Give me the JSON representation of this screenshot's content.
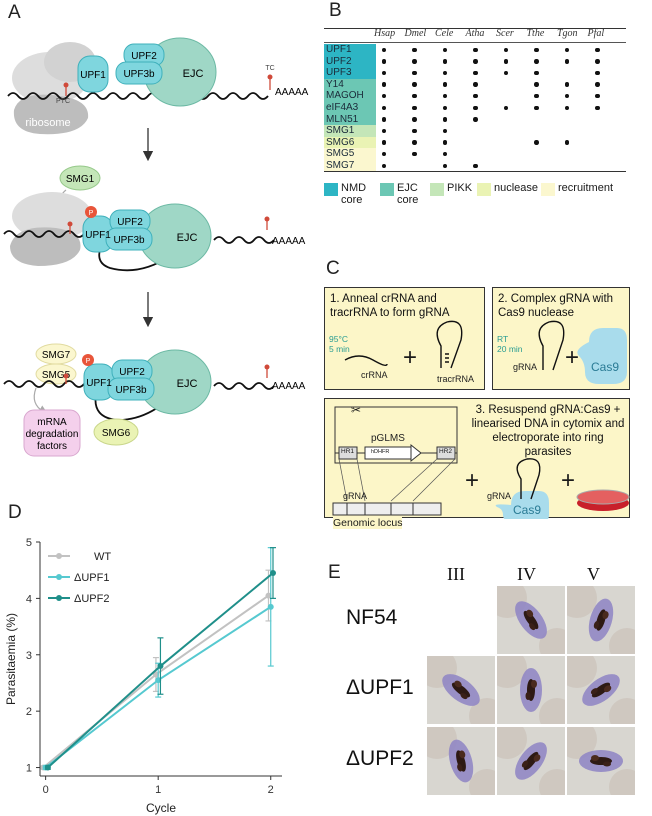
{
  "panels": {
    "A": "A",
    "B": "B",
    "C": "C",
    "D": "D",
    "E": "E"
  },
  "panelA": {
    "step1": {
      "upf1": "UPF1",
      "upf2": "UPF2",
      "upf3b": "UPF3b",
      "ejc": "EJC",
      "ptc": "PTC",
      "tc": "TC",
      "ribosome": "ribosome",
      "polya": "AAAAA"
    },
    "step2": {
      "smg1": "SMG1",
      "p": "P",
      "upf1": "UPF1",
      "upf2": "UPF2",
      "upf3b": "UPF3b",
      "ejc": "EJC",
      "polya": "AAAAA"
    },
    "step3": {
      "smg7": "SMG7",
      "smg5": "SMG5",
      "p": "P",
      "upf1": "UPF1",
      "upf2": "UPF2",
      "upf3b": "UPF3b",
      "ejc": "EJC",
      "smg6": "SMG6",
      "polya": "AAAAA",
      "decay_line1": "mRNA",
      "decay_line2": "degradation",
      "decay_line3": "factors"
    }
  },
  "panelB": {
    "species": [
      "Hsap",
      "Dmel",
      "Cele",
      "Atha",
      "Scer",
      "Tthe",
      "Tgon",
      "Pfal"
    ],
    "rows": [
      {
        "name": "UPF1",
        "group": "nmd",
        "present": [
          1,
          1,
          1,
          1,
          1,
          1,
          1,
          1
        ]
      },
      {
        "name": "UPF2",
        "group": "nmd",
        "present": [
          1,
          1,
          1,
          1,
          1,
          1,
          1,
          1
        ]
      },
      {
        "name": "UPF3",
        "group": "nmd",
        "present": [
          1,
          1,
          1,
          1,
          1,
          1,
          0,
          1
        ]
      },
      {
        "name": "Y14",
        "group": "ejc",
        "present": [
          1,
          1,
          1,
          1,
          0,
          1,
          1,
          1
        ]
      },
      {
        "name": "MAGOH",
        "group": "ejc",
        "present": [
          1,
          1,
          1,
          1,
          0,
          1,
          1,
          1
        ]
      },
      {
        "name": "eIF4A3",
        "group": "ejc",
        "present": [
          1,
          1,
          1,
          1,
          1,
          1,
          1,
          1
        ]
      },
      {
        "name": "MLN51",
        "group": "ejc",
        "present": [
          1,
          1,
          1,
          1,
          0,
          0,
          0,
          0
        ]
      },
      {
        "name": "SMG1",
        "group": "pikk",
        "present": [
          1,
          1,
          1,
          0,
          0,
          0,
          0,
          0
        ]
      },
      {
        "name": "SMG6",
        "group": "nuclease",
        "present": [
          1,
          1,
          1,
          0,
          0,
          1,
          1,
          0
        ]
      },
      {
        "name": "SMG5",
        "group": "recruit",
        "present": [
          1,
          1,
          1,
          0,
          0,
          0,
          0,
          0
        ]
      },
      {
        "name": "SMG7",
        "group": "recruit",
        "present": [
          1,
          0,
          1,
          1,
          0,
          0,
          0,
          0
        ]
      }
    ],
    "colors": {
      "nmd": "#2db5c4",
      "ejc": "#6cc7b4",
      "pikk": "#c4e6b8",
      "nuclease": "#eaf3b4",
      "recruit": "#fbf7cf"
    },
    "legend": [
      {
        "key": "nmd",
        "line1": "NMD",
        "line2": "core"
      },
      {
        "key": "ejc",
        "line1": "EJC",
        "line2": "core"
      },
      {
        "key": "pikk",
        "line1": "PIKK",
        "line2": ""
      },
      {
        "key": "nuclease",
        "line1": "nuclease",
        "line2": ""
      },
      {
        "key": "recruit",
        "line1": "recruitment",
        "line2": ""
      }
    ]
  },
  "panelC": {
    "box1": {
      "title_line1": "1. Anneal crRNA and",
      "title_line2": "tracrRNA to form gRNA",
      "temp": "95°C",
      "time": "5 min",
      "crrna": "crRNA",
      "tracrrna": "tracrRNA",
      "plus": "+"
    },
    "box2": {
      "title_line1": "2. Complex gRNA with",
      "title_line2": "Cas9 nuclease",
      "temp": "RT",
      "time": "20 min",
      "grna": "gRNA",
      "cas9": "Cas9",
      "plus": "+"
    },
    "box3": {
      "title_line1": "3. Resuspend gRNA:Cas9 +",
      "title_line2": "linearised DNA in cytomix and",
      "title_line3": "electroporate into ring parasites",
      "plasmid": "pGLMS",
      "hr1": "HR1",
      "marker": "hDHFR",
      "hr2": "HR2",
      "grna": "gRNA",
      "locus": "Genomic locus",
      "grna2": "gRNA",
      "cas9": "Cas9",
      "plus": "+",
      "scissors": "✂"
    }
  },
  "chart_data": {
    "type": "line",
    "xlabel": "Cycle",
    "ylabel": "Parasitaemia (%)",
    "x": [
      0,
      1,
      2
    ],
    "xticks": [
      "0",
      "1",
      "2"
    ],
    "yticks": [
      "1",
      "2",
      "3",
      "4",
      "5"
    ],
    "xlim": [
      -0.05,
      2.1
    ],
    "ylim": [
      0.85,
      5.0
    ],
    "legend_position": "top-left",
    "series": [
      {
        "name": "WT",
        "color": "#c2c2c2",
        "values": [
          1.0,
          2.65,
          4.05
        ],
        "err": [
          0.03,
          0.3,
          0.45
        ]
      },
      {
        "name": "ΔUPF1",
        "color": "#56c9d0",
        "values": [
          1.0,
          2.55,
          3.85
        ],
        "err": [
          0.03,
          0.3,
          1.05
        ]
      },
      {
        "name": "ΔUPF2",
        "color": "#1f8f8a",
        "values": [
          1.0,
          2.8,
          4.45
        ],
        "err": [
          0.03,
          0.5,
          0.45
        ]
      }
    ]
  },
  "panelE": {
    "stages": [
      "III",
      "IV",
      "V"
    ],
    "strains": [
      "NF54",
      "ΔUPF1",
      "ΔUPF2"
    ],
    "present": [
      [
        0,
        1,
        1
      ],
      [
        1,
        1,
        1
      ],
      [
        1,
        1,
        1
      ]
    ]
  }
}
